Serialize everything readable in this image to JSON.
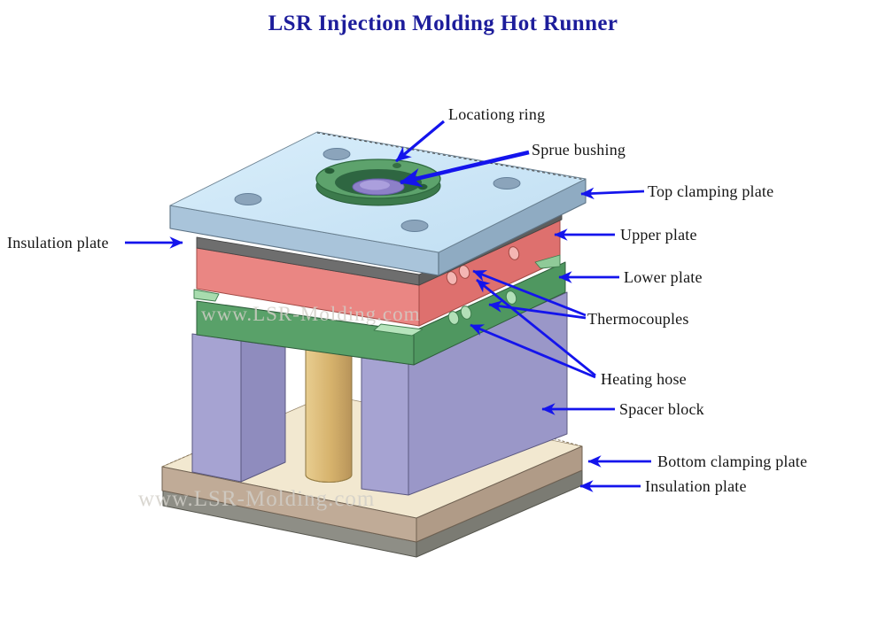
{
  "title": "LSR Injection Molding Hot Runner",
  "watermark": {
    "middle": "www.LSR-Molding.com",
    "bottom": "www.LSR-Molding.com"
  },
  "labels": {
    "locating_ring": "Locationg ring",
    "sprue_bushing": "Sprue bushing",
    "top_clamping_plate": "Top clamping plate",
    "insulation_plate_left": "Insulation plate",
    "upper_plate": "Upper plate",
    "lower_plate": "Lower plate",
    "thermocouples": "Thermocouples",
    "heating_hose": "Heating hose",
    "spacer_block": "Spacer block",
    "bottom_clamping_plate": "Bottom clamping plate",
    "insulation_plate_bottom": "Insulation plate"
  },
  "colors": {
    "title_text": "#1d1d9b",
    "label_text": "#161616",
    "arrow": "#1414ec",
    "top_clamping_plate": "#cfe7f8",
    "insulation_plate": "#6e6e6e",
    "upper_plate": "#ea8683",
    "lower_plate": "#59a169",
    "spacer_block": "#a6a3d2",
    "support_cylinder": "#d9b876",
    "bottom_clamping_plate": "#c0ab97",
    "locating_ring": "#5da26c",
    "sprue_bushing": "#8d80c8",
    "watermark": "#d2cfc8"
  }
}
